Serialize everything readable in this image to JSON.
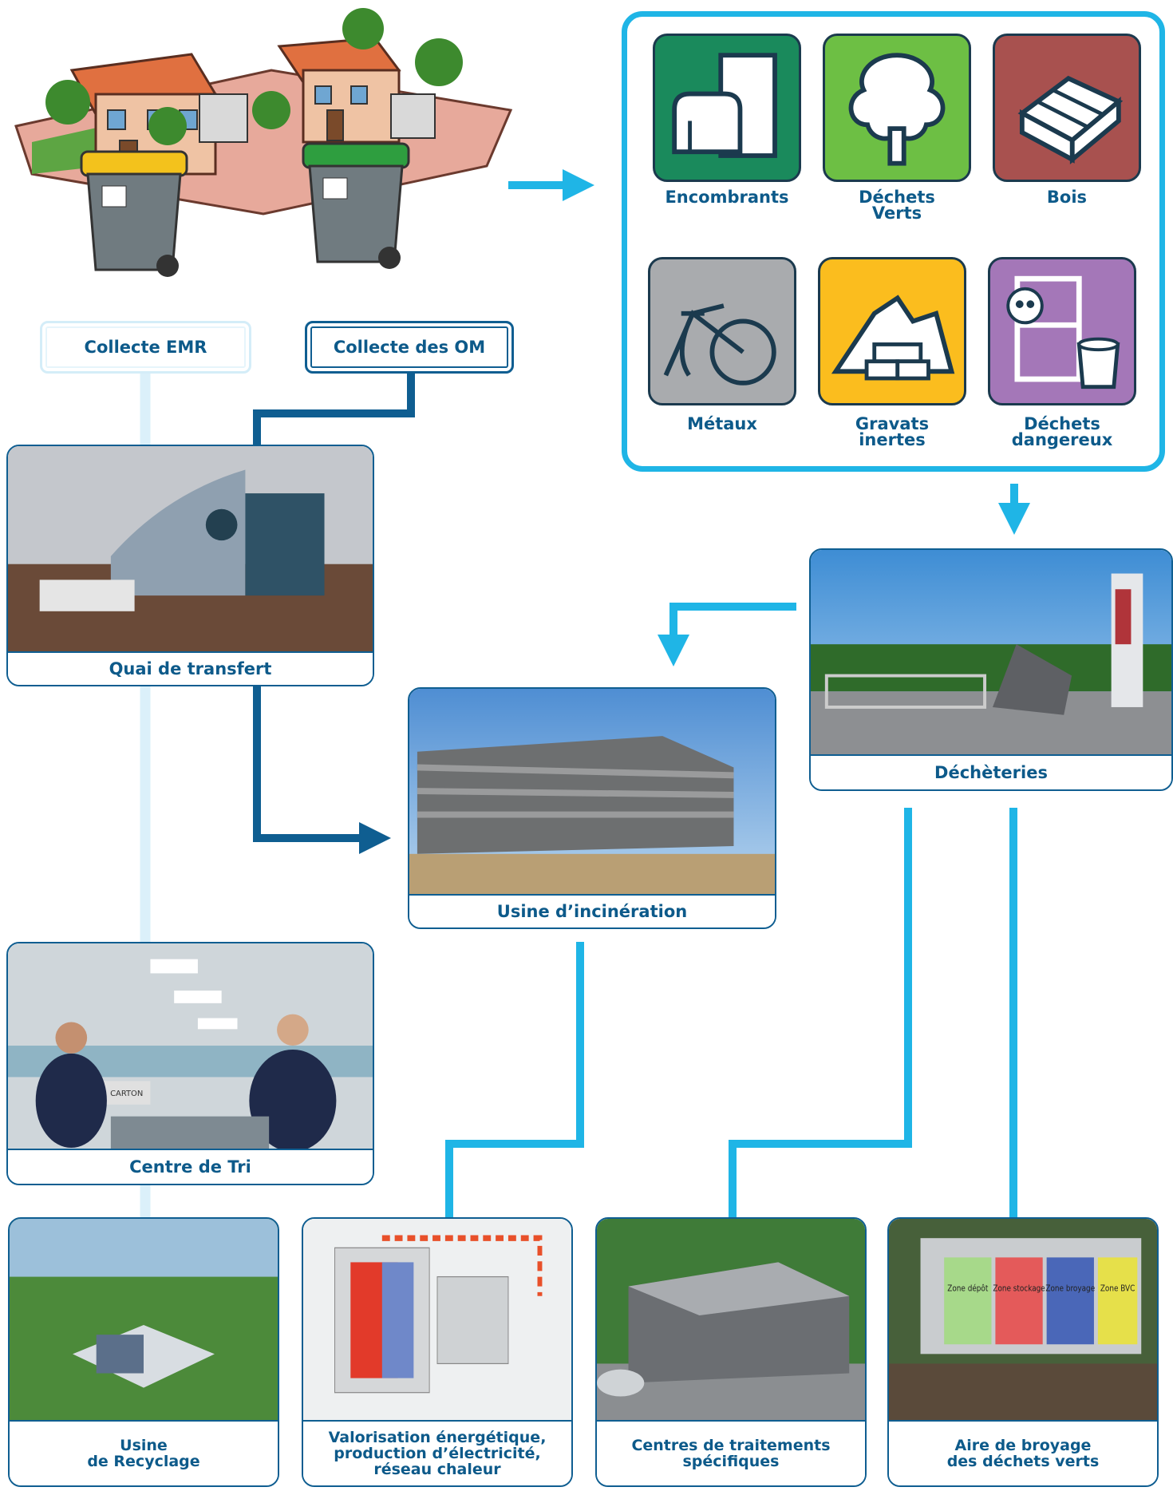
{
  "collection": {
    "emr_label": "Collecte EMR",
    "om_label": "Collecte des OM"
  },
  "waste_types": [
    {
      "label": "Encombrants",
      "icon": "sofa-fridge-icon",
      "color": "#1a8a5c"
    },
    {
      "label": "Déchets\nVerts",
      "icon": "tree-icon",
      "color": "#6dbf44"
    },
    {
      "label": "Bois",
      "icon": "pallet-icon",
      "color": "#a8514f"
    },
    {
      "label": "Métaux",
      "icon": "bicycle-icon",
      "color": "#a9abae"
    },
    {
      "label": "Gravats\ninertes",
      "icon": "rubble-icon",
      "color": "#fbbd1e"
    },
    {
      "label": "Déchets\ndangereux",
      "icon": "hazard-icon",
      "color": "#a477b8"
    }
  ],
  "facilities": {
    "transfer": "Quai de transfert",
    "incineration": "Usine d’incinération",
    "dechetteries": "Déchèteries",
    "sorting": "Centre de Tri",
    "recycling": "Usine\nde Recyclage",
    "energy": "Valorisation énergétique,\nproduction d’électricité,\nréseau chaleur",
    "specific_treatment": "Centres de traitements\nspécifiques",
    "green_waste": "Aire de broyage\ndes déchets verts"
  },
  "photo_text": {
    "sorting_sign": "CARTON",
    "green_zones": [
      "Zone\ndépôt",
      "Zone\nstockage",
      "Zone\nbroyage",
      "Zone\nBVC"
    ]
  },
  "colors": {
    "light_flow": "#dbf0fa",
    "dark_flow": "#0f5e91",
    "cyan_flow": "#1fb5e6",
    "yellow_lid": "#f3c21c",
    "green_lid": "#2e9e3f"
  }
}
